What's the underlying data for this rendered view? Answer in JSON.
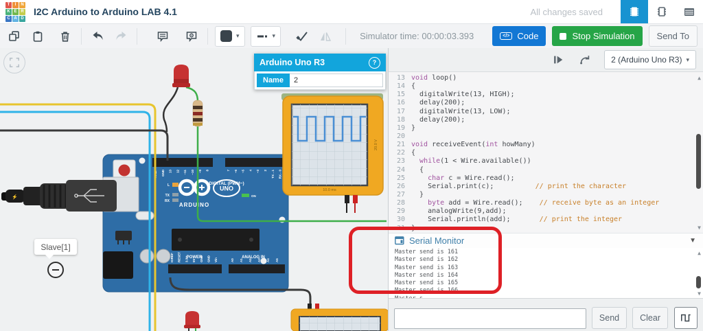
{
  "header": {
    "title": "I2C Arduino to Arduino LAB 4.1",
    "save_status": "All changes saved",
    "logo_rows": [
      [
        {
          "ch": "T",
          "bg": "#e2574c"
        },
        {
          "ch": "I",
          "bg": "#ef913a"
        },
        {
          "ch": "N",
          "bg": "#f0a63a"
        }
      ],
      [
        {
          "ch": "K",
          "bg": "#49b27a"
        },
        {
          "ch": "E",
          "bg": "#72b84e"
        },
        {
          "ch": "R",
          "bg": "#c3cc4c"
        }
      ],
      [
        {
          "ch": "C",
          "bg": "#3a76c4"
        },
        {
          "ch": "A",
          "bg": "#64b5e3"
        },
        {
          "ch": "D",
          "bg": "#3aa79f"
        }
      ]
    ]
  },
  "toolbar": {
    "simulator_time": "Simulator time: 00:00:03.393",
    "code_label": "Code",
    "code_icon_glyph": "</>",
    "stop_label": "Stop Simulation",
    "send_to_label": "Send To"
  },
  "canvas": {
    "popup": {
      "title": "Arduino Uno R3",
      "help": "?",
      "name_label": "Name",
      "name_value": "2"
    },
    "tooltip_label": "Slave[1]",
    "scope": {
      "volts": "20.0 V",
      "time": "10.0 ms"
    },
    "board": {
      "digital_label": "DIGITAL (PWM~)",
      "brand": "ARDUINO",
      "model": "UNO",
      "on_label": "ON",
      "l_label": "L",
      "tx_label": "TX",
      "rx_label": "RX",
      "power_label": "POWER",
      "analog_label": "ANALOG IN",
      "digital_pins_left": [
        "AREF",
        "GND",
        "13",
        "12",
        "~11",
        "~10",
        "~9",
        "8"
      ],
      "digital_pins_right": [
        "7",
        "~6",
        "~5",
        "4",
        "~3",
        "2",
        "TX→1",
        "RX←0"
      ],
      "power_pins": [
        "IOREF",
        "RESET",
        "3.3V",
        "5V",
        "GND",
        "GND",
        "Vin"
      ],
      "analog_pins": [
        "A0",
        "A1",
        "A2",
        "A3",
        "A4",
        "A5"
      ]
    }
  },
  "code_panel": {
    "run_target": "2 (Arduino Uno R3)",
    "code_lines": [
      {
        "n": "13",
        "segs": [
          [
            "void",
            "kw"
          ],
          [
            " loop()",
            "pl"
          ]
        ]
      },
      {
        "n": "14",
        "segs": [
          [
            "{",
            "pl"
          ]
        ]
      },
      {
        "n": "15",
        "segs": [
          [
            "  digitalWrite(13, HIGH);",
            "pl"
          ]
        ]
      },
      {
        "n": "16",
        "segs": [
          [
            "  delay(200);",
            "pl"
          ]
        ]
      },
      {
        "n": "17",
        "segs": [
          [
            "  digitalWrite(13, LOW);",
            "pl"
          ]
        ]
      },
      {
        "n": "18",
        "segs": [
          [
            "  delay(200);",
            "pl"
          ]
        ]
      },
      {
        "n": "19",
        "segs": [
          [
            "}",
            "pl"
          ]
        ]
      },
      {
        "n": "20",
        "segs": []
      },
      {
        "n": "21",
        "segs": [
          [
            "void",
            "kw"
          ],
          [
            " receiveEvent(",
            "pl"
          ],
          [
            "int",
            "kw"
          ],
          [
            " howMany)",
            "pl"
          ]
        ]
      },
      {
        "n": "22",
        "segs": [
          [
            "{",
            "pl"
          ]
        ]
      },
      {
        "n": "23",
        "segs": [
          [
            "  ",
            "pl"
          ],
          [
            "while",
            "kw"
          ],
          [
            "(1 < Wire.available())",
            "pl"
          ]
        ]
      },
      {
        "n": "24",
        "segs": [
          [
            "  {",
            "pl"
          ]
        ]
      },
      {
        "n": "25",
        "segs": [
          [
            "    ",
            "pl"
          ],
          [
            "char",
            "kw"
          ],
          [
            " c = Wire.read();",
            "pl"
          ]
        ]
      },
      {
        "n": "26",
        "segs": [
          [
            "    Serial.print(c);",
            "pl"
          ],
          [
            "          // print the character",
            "cm"
          ]
        ]
      },
      {
        "n": "27",
        "segs": [
          [
            "  }",
            "pl"
          ]
        ]
      },
      {
        "n": "28",
        "segs": [
          [
            "    ",
            "pl"
          ],
          [
            "byte",
            "kw"
          ],
          [
            " add = Wire.read();",
            "pl"
          ],
          [
            "    // receive byte as an integer",
            "cm"
          ]
        ]
      },
      {
        "n": "29",
        "segs": [
          [
            "    analogWrite(9,add);",
            "pl"
          ]
        ]
      },
      {
        "n": "30",
        "segs": [
          [
            "    Serial.println(add);",
            "pl"
          ],
          [
            "       // print the integer",
            "cm"
          ]
        ]
      },
      {
        "n": "31",
        "segs": [
          [
            "}",
            "pl"
          ]
        ]
      }
    ],
    "serial": {
      "title": "Serial Monitor",
      "lines": [
        "Master send is 161",
        "Master send is 162",
        "Master send is 163",
        "Master send is 164",
        "Master send is 165",
        "Master send is 166",
        "Master s"
      ]
    },
    "send_label": "Send",
    "clear_label": "Clear"
  }
}
